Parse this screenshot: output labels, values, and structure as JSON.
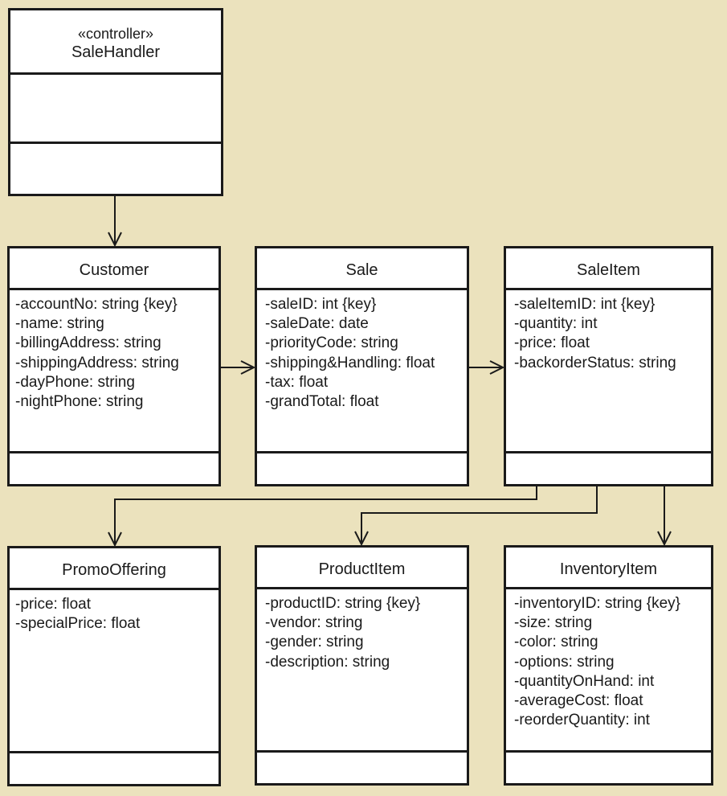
{
  "diagram": {
    "colors": {
      "background": "#ebe2bd",
      "box_fill": "#ffffff",
      "line": "#1a1a1a"
    },
    "classes": {
      "salehandler": {
        "stereotype": "«controller»",
        "name": "SaleHandler",
        "attributes": []
      },
      "customer": {
        "name": "Customer",
        "attributes": [
          "-accountNo: string {key}",
          "-name: string",
          "-billingAddress: string",
          "-shippingAddress: string",
          "-dayPhone: string",
          "-nightPhone: string"
        ]
      },
      "sale": {
        "name": "Sale",
        "attributes": [
          "-saleID: int {key}",
          "-saleDate: date",
          "-priorityCode: string",
          "-shipping&Handling: float",
          "-tax: float",
          "-grandTotal: float"
        ]
      },
      "saleitem": {
        "name": "SaleItem",
        "attributes": [
          "-saleItemID: int {key}",
          "-quantity: int",
          "-price: float",
          "-backorderStatus: string"
        ]
      },
      "promooffering": {
        "name": "PromoOffering",
        "attributes": [
          "-price: float",
          "-specialPrice: float"
        ]
      },
      "productitem": {
        "name": "ProductItem",
        "attributes": [
          "-productID: string {key}",
          "-vendor: string",
          "-gender: string",
          "-description: string"
        ]
      },
      "inventoryitem": {
        "name": "InventoryItem",
        "attributes": [
          "-inventoryID: string {key}",
          "-size: string",
          "-color: string",
          "-options: string",
          "-quantityOnHand: int",
          "-averageCost: float",
          "-reorderQuantity: int"
        ]
      }
    },
    "associations": [
      {
        "from": "SaleHandler",
        "to": "Customer",
        "arrow": "open"
      },
      {
        "from": "Customer",
        "to": "Sale",
        "arrow": "open"
      },
      {
        "from": "Sale",
        "to": "SaleItem",
        "arrow": "open"
      },
      {
        "from": "SaleItem",
        "to": "PromoOffering",
        "arrow": "open"
      },
      {
        "from": "SaleItem",
        "to": "ProductItem",
        "arrow": "open"
      },
      {
        "from": "SaleItem",
        "to": "InventoryItem",
        "arrow": "open"
      }
    ]
  }
}
